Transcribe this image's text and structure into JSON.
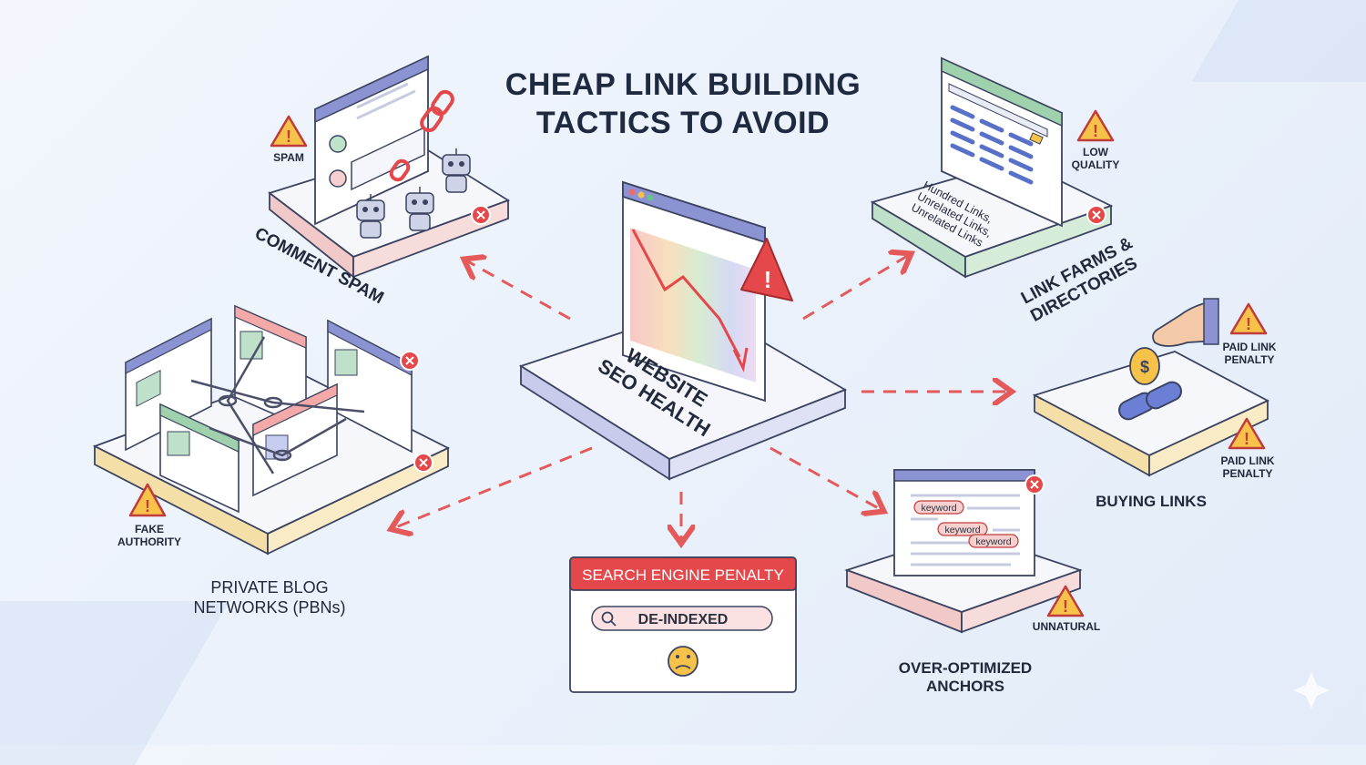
{
  "title": {
    "line1": "CHEAP LINK BUILDING",
    "line2": "TACTICS TO AVOID"
  },
  "center": {
    "line1": "WEBSITE",
    "line2": "SEO HEALTH"
  },
  "comment_spam": {
    "label": "COMMENT SPAM",
    "warning": "SPAM"
  },
  "link_farms": {
    "label_line1": "LINK FARMS &",
    "label_line2": "DIRECTORIES",
    "warning_line1": "LOW",
    "warning_line2": "QUALITY",
    "text_lines": [
      "Hundred Links,",
      "Unrelated Links,",
      "Unrelated Links"
    ]
  },
  "pbn": {
    "label_line1": "PRIVATE BLOG",
    "label_line2": "NETWORKS (PBNs)",
    "warning_line1": "FAKE",
    "warning_line2": "AUTHORITY"
  },
  "buying": {
    "label": "BUYING LINKS",
    "warning1_line1": "PAID LINK",
    "warning1_line2": "PENALTY",
    "warning2_line1": "PAID LINK",
    "warning2_line2": "PENALTY"
  },
  "anchors": {
    "label_line1": "OVER-OPTIMIZED",
    "label_line2": "ANCHORS",
    "warning": "UNNATURAL",
    "keywords": [
      "keyword",
      "keyword",
      "keyword"
    ]
  },
  "penalty": {
    "banner": "SEARCH ENGINE PENALTY",
    "search_text": "DE-INDEXED"
  },
  "colors": {
    "accent_red": "#e4484a",
    "arrow_red": "#e45a5a",
    "panel_blue": "#7c84c8",
    "warning_yellow": "#f6c24a",
    "text_dark": "#1f2940"
  },
  "icons": [
    "warning-icon",
    "close-icon",
    "robot-icon",
    "chain-icon",
    "coin-icon",
    "hand-icon",
    "search-icon",
    "sad-face-icon",
    "chart-down-icon"
  ]
}
